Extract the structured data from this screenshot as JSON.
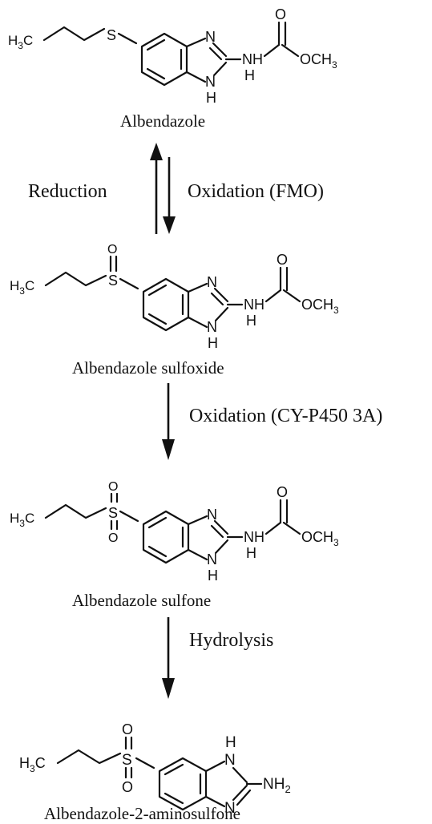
{
  "compounds": [
    {
      "name": "Albendazole"
    },
    {
      "name": "Albendazole sulfoxide"
    },
    {
      "name": "Albendazole sulfone"
    },
    {
      "name": "Albendazole-2-aminosulfone"
    }
  ],
  "steps": [
    {
      "left_label": "Reduction",
      "right_label": "Oxidation (FMO)"
    },
    {
      "label": "Oxidation (CY-P450 3A)"
    },
    {
      "label": "Hydrolysis"
    }
  ],
  "atoms": {
    "h3c": "H",
    "h3c_sub": "3",
    "h3c_end": "C",
    "s": "S",
    "o": "O",
    "n": "N",
    "h": "H",
    "nh": "NH",
    "och3": "OCH",
    "och3_sub": "3",
    "nh2": "NH",
    "nh2_sub": "2"
  },
  "colors": {
    "ink": "#111111",
    "background": "#ffffff"
  }
}
